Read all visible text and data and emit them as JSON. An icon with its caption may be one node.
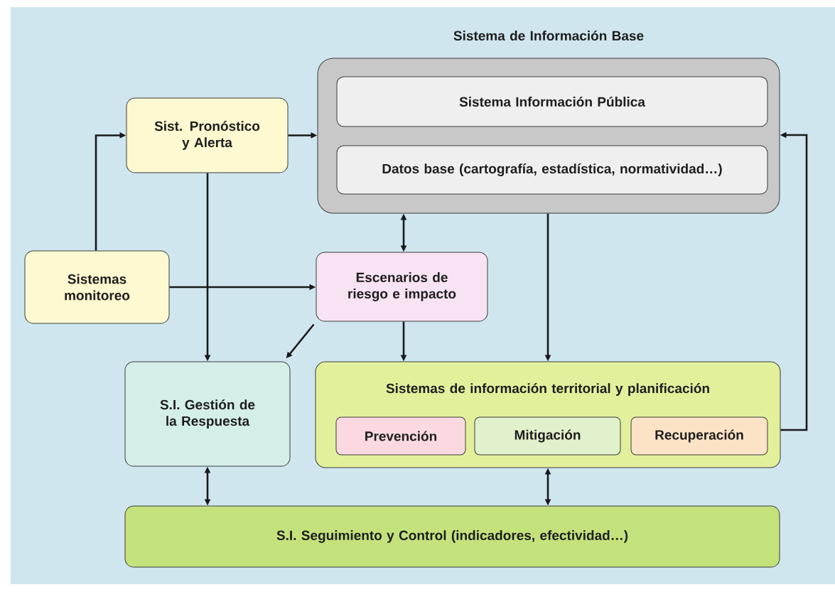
{
  "diagram": {
    "nodes": [
      {
        "text": [
          "Sistema de Información Base"
        ]
      },
      {
        "text": [
          "Sistema Información Pública"
        ],
        "in": 0
      },
      {
        "text": [
          "Datos base (cartografía, estadística, normatividad…)"
        ],
        "in": 0
      },
      {
        "text": [
          "Sist. Pronóstico y Alerta"
        ]
      },
      {
        "text": [
          "Sistemas monitoreo"
        ]
      },
      {
        "text": [
          "Escenarios de riesgo e impacto"
        ]
      },
      {
        "text": [
          "S.I. Gestión de la Respuesta"
        ]
      },
      {
        "text": [
          "Sistemas de información territorial y planificación"
        ]
      },
      {
        "text": [
          "Prevención"
        ],
        "in": 7
      },
      {
        "text": [
          "Mitigación"
        ],
        "in": 7
      },
      {
        "text": [
          "Recuperación"
        ],
        "in": 7
      },
      {
        "text": [
          "S.I. Seguimiento y Control (indicadores, efectividad…)"
        ]
      }
    ],
    "edges": [
      {
        "from": 4,
        "to": 3,
        "arrow": "to"
      },
      {
        "from": 3,
        "to": 0,
        "arrow": "to"
      },
      {
        "from": 3,
        "to": 6,
        "arrow": "to"
      },
      {
        "from": 4,
        "to": 5,
        "arrow": "to"
      },
      {
        "from": 0,
        "to": 5,
        "arrow": "both"
      },
      {
        "from": 5,
        "to": 6,
        "arrow": "to"
      },
      {
        "from": 5,
        "to": 7,
        "arrow": "to"
      },
      {
        "from": 0,
        "to": 7,
        "arrow": "to"
      },
      {
        "from": 7,
        "to": 0,
        "arrow": "to"
      },
      {
        "from": 6,
        "to": 11,
        "arrow": "both"
      },
      {
        "from": 7,
        "to": 11,
        "arrow": "both"
      }
    ]
  }
}
